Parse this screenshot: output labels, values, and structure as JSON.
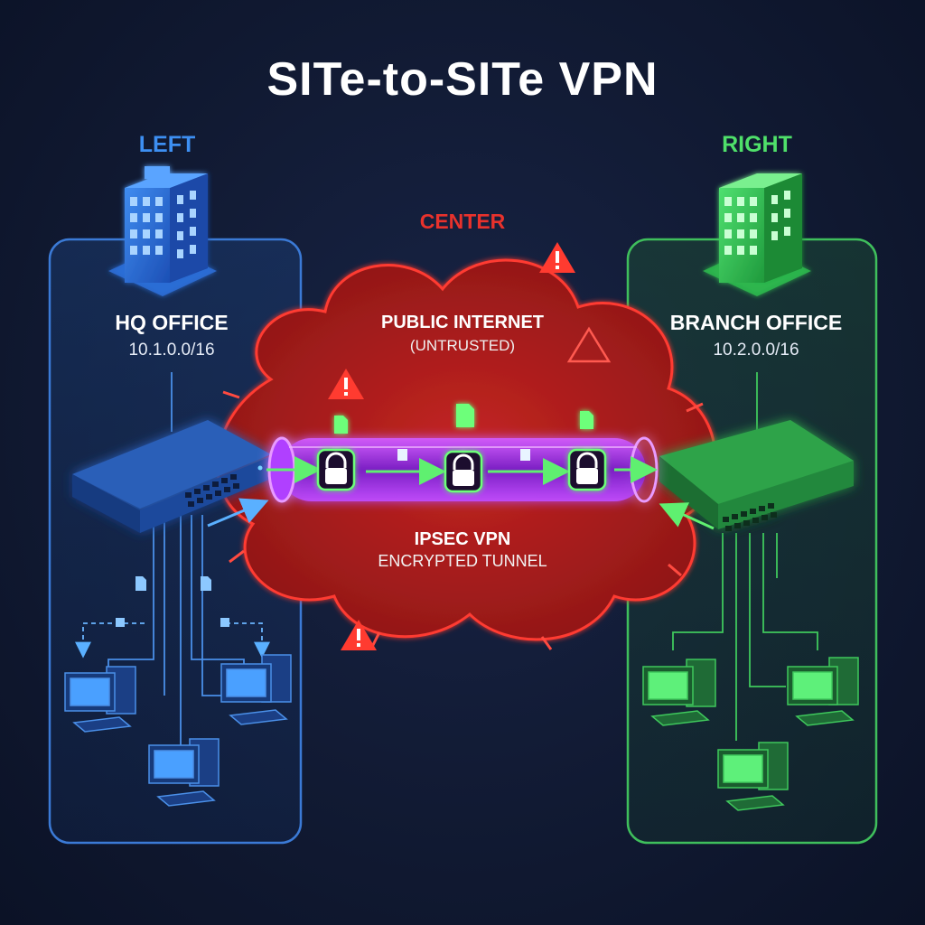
{
  "title": "SITe-to-SITe VPN",
  "left": {
    "tag": "LEFT",
    "name": "HQ OFFICE",
    "network": "10.1.0.0/16",
    "color": "#3d8ff2"
  },
  "right": {
    "tag": "RIGHT",
    "name": "BRANCH OFFICE",
    "network": "10.2.0.0/16",
    "color": "#4fe06a"
  },
  "center": {
    "tag": "CENTER",
    "name": "PUBLIC INTERNET",
    "subtitle": "(UNTRUSTED)",
    "color": "#e8322c"
  },
  "tunnel": {
    "name": "IPSEC VPN",
    "subtitle": "ENCRYPTED TUNNEL",
    "color": "#b43cff"
  },
  "icons": [
    "building-icon",
    "switch-icon",
    "computer-icon",
    "lock-icon",
    "document-icon",
    "warning-icon",
    "cloud-icon"
  ]
}
